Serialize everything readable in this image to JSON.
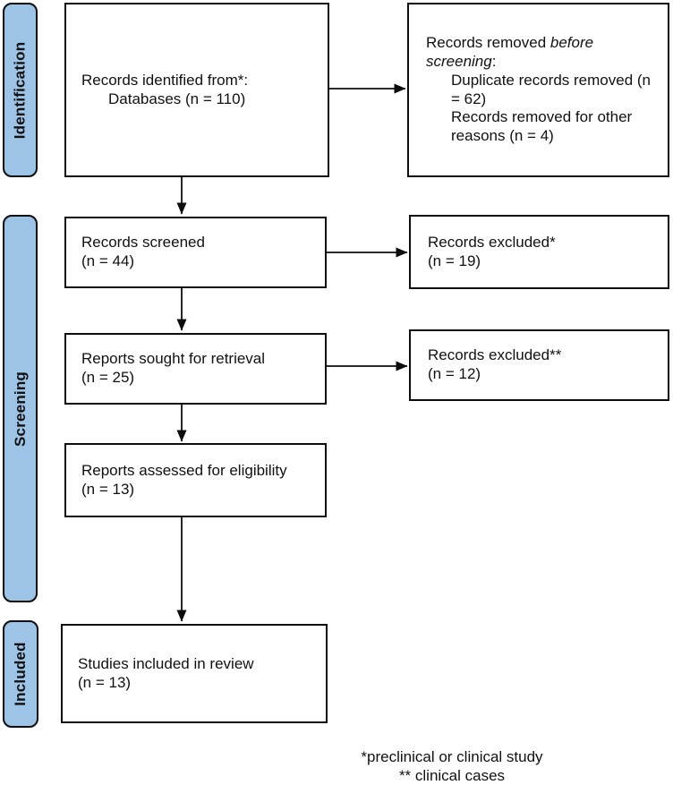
{
  "sidebar": {
    "identification_label": "Identification",
    "screening_label": "Screening",
    "included_label": "Included"
  },
  "boxes": {
    "records_identified": {
      "line1": "Records identified from*:",
      "line2": "Databases (n = 110)"
    },
    "records_removed": {
      "intro_plain": "Records removed ",
      "intro_italic": "before screening",
      "intro_suffix": ":",
      "item1": "Duplicate records removed (n = 62)",
      "item2": "Records removed for other reasons (n = 4)"
    },
    "records_screened": {
      "line1": "Records screened",
      "line2": "(n = 44)"
    },
    "records_excluded_1": {
      "line1": "Records excluded*",
      "line2": "(n = 19)"
    },
    "reports_sought": {
      "line1": "Reports sought for retrieval",
      "line2": "(n = 25)"
    },
    "records_excluded_2": {
      "line1": "Records excluded**",
      "line2": "(n = 12)"
    },
    "reports_assessed": {
      "line1": "Reports assessed for eligibility",
      "line2": "(n = 13)"
    },
    "studies_included": {
      "line1": "Studies included in review",
      "line2": "(n = 13)"
    }
  },
  "footnotes": {
    "line1": "*preclinical or clinical study",
    "line2": "** clinical cases"
  },
  "colors": {
    "sidebar_fill": "#9DC3E6",
    "border": "#0d0d0d",
    "background": "#ffffff"
  }
}
